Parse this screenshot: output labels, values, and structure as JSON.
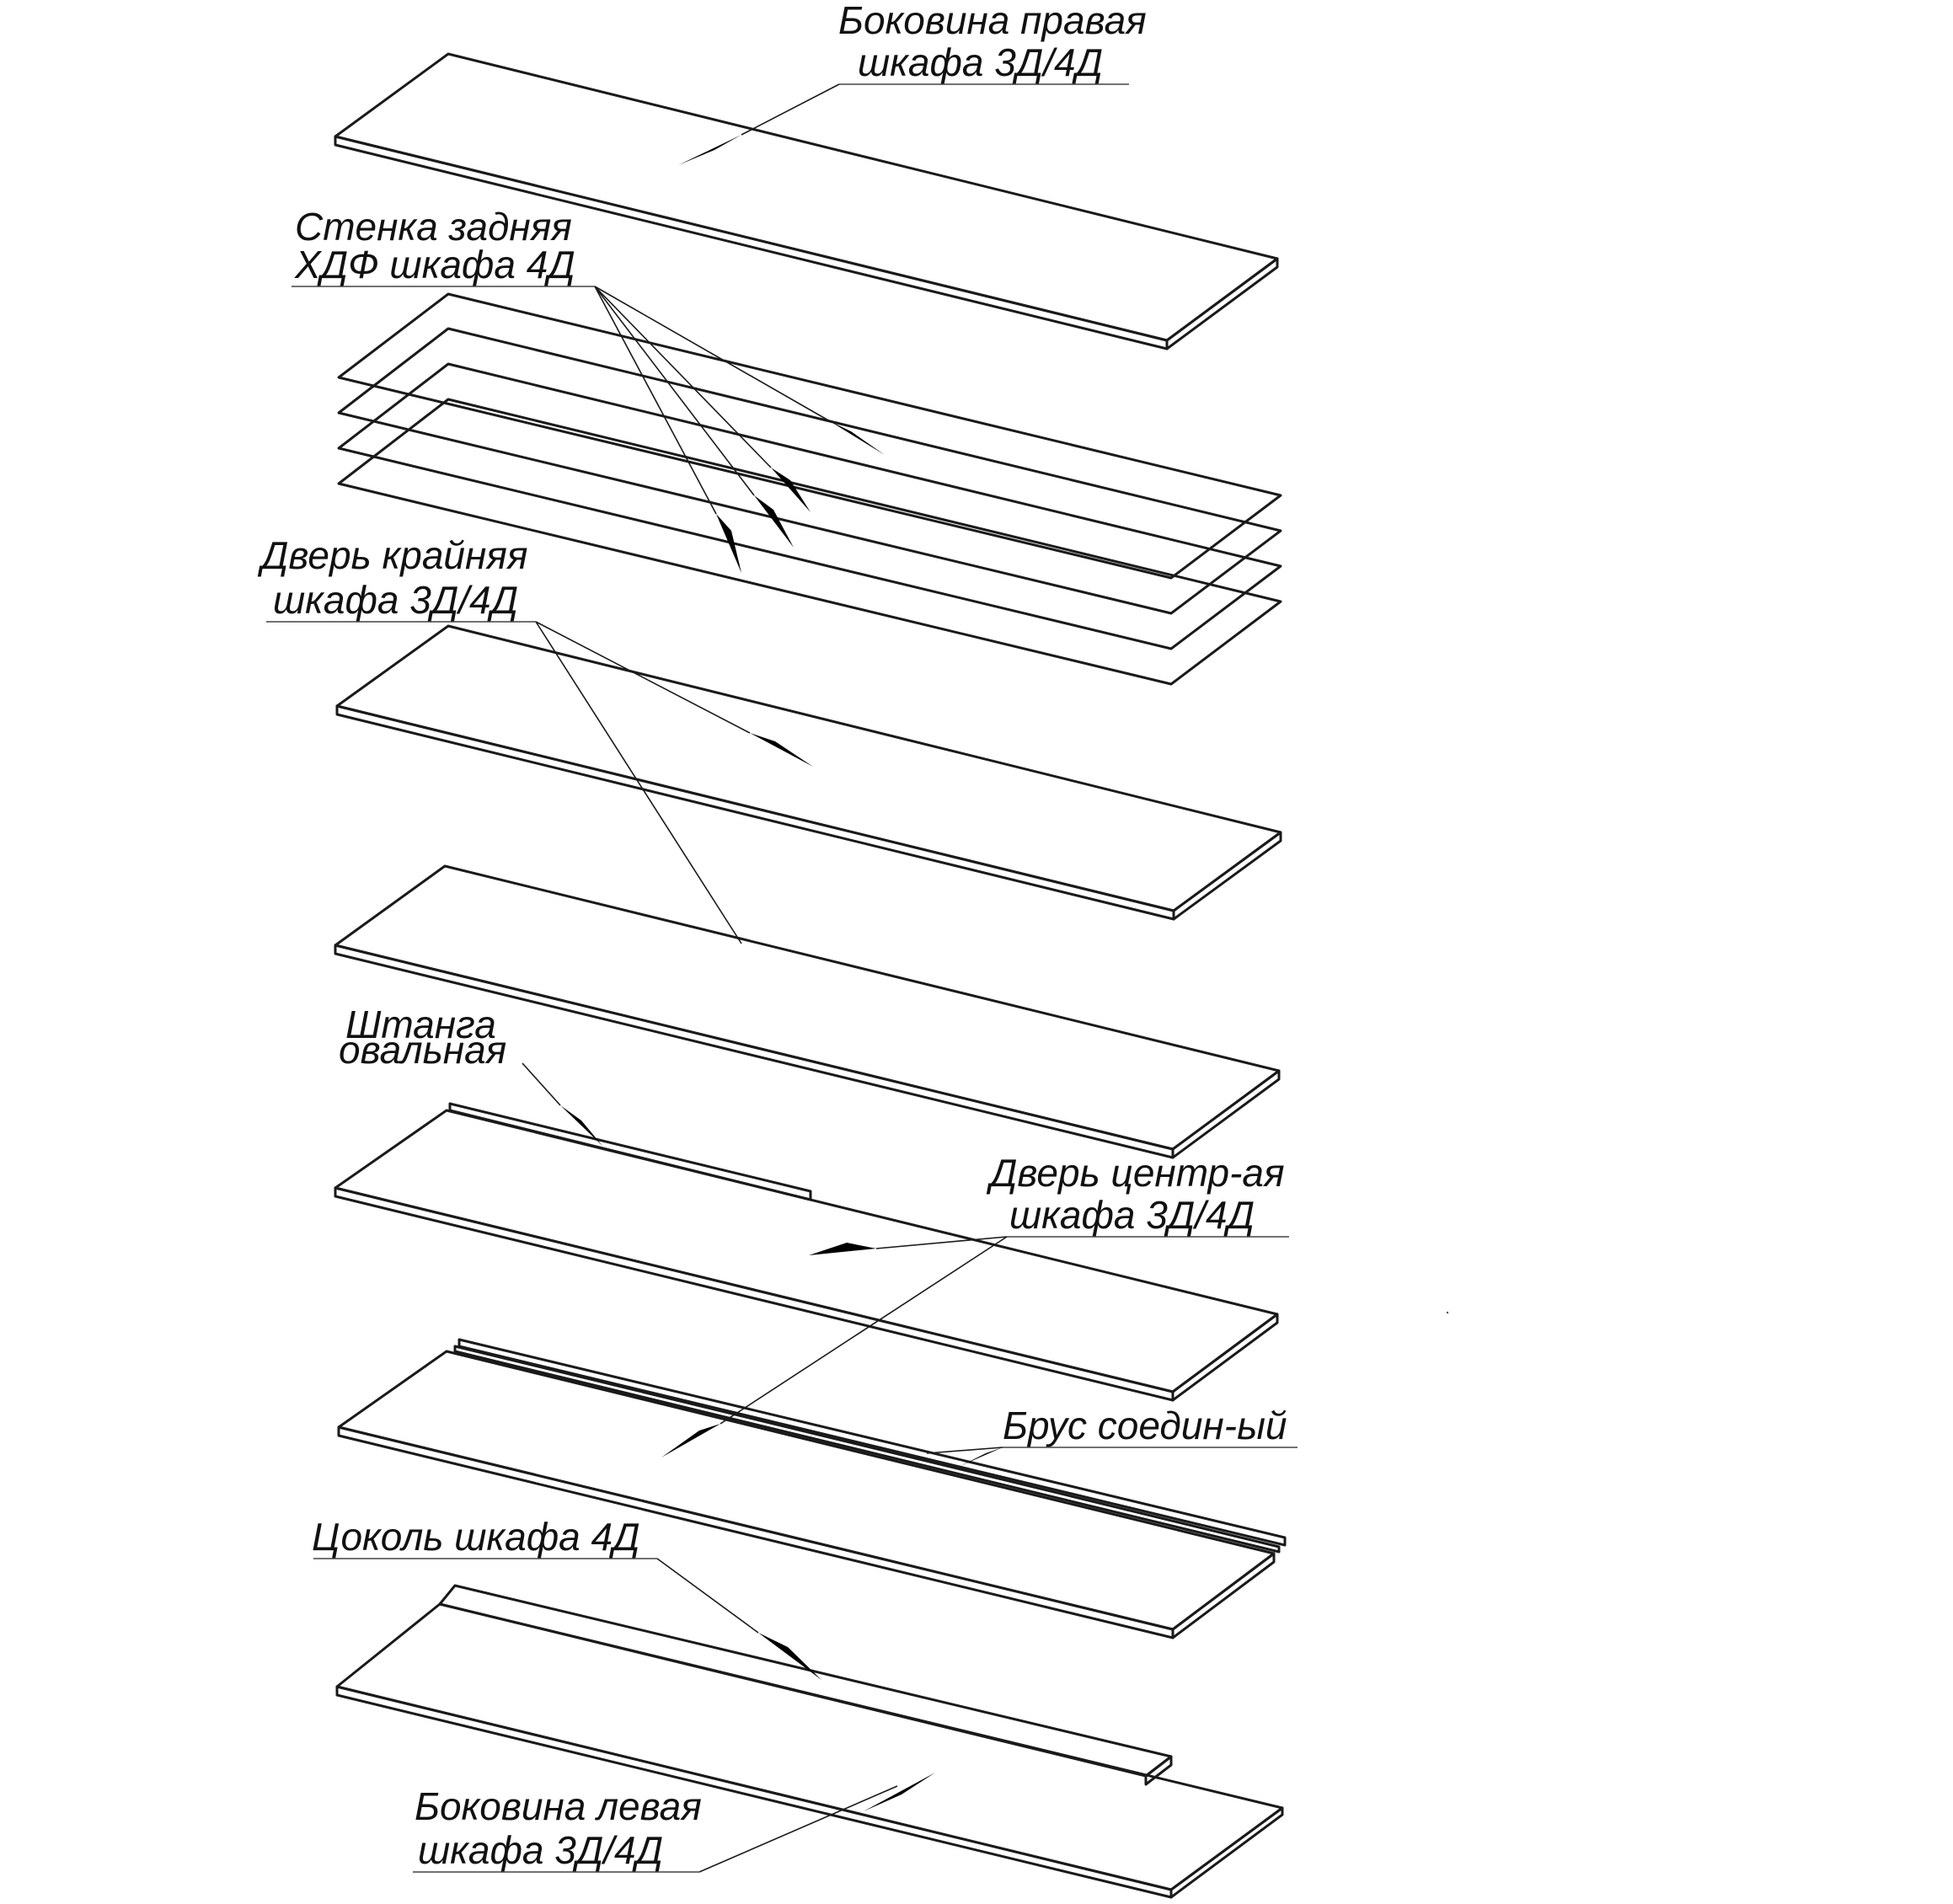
{
  "colors": {
    "panel_face": "#dedede",
    "panel_side": "#cfcfcf",
    "hdf_face": "#ede2b3",
    "hdf_side": "#e4d8a4",
    "rod": "#c6c6c6",
    "outline": "#1a1a1a",
    "text": "#111111"
  },
  "labels": {
    "side_right": [
      "Боковина правая",
      "шкафа 3Д/4Д"
    ],
    "back_wall": [
      "Стенка задняя",
      "ХДФ шкафа 4Д"
    ],
    "door_outer": [
      "Дверь крайняя",
      "шкафа 3Д/4Д"
    ],
    "rod": [
      "Штанга",
      "овальная"
    ],
    "door_center": [
      "Дверь центр-ая",
      "шкафа 3Д/4Д"
    ],
    "beam": [
      "Брус соедин-ый"
    ],
    "plinth": [
      "Цоколь шкафа 4Д"
    ],
    "side_left": [
      "Боковина левая",
      "шкафа 3Д/4Д"
    ]
  }
}
